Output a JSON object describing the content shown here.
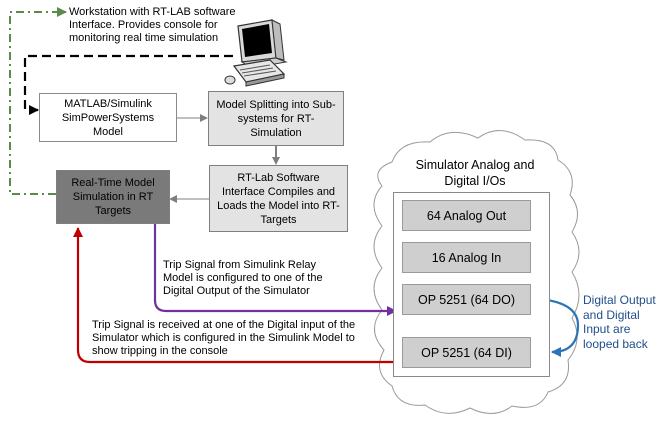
{
  "workstation_note": "Workstation with RT-LAB software Interface. Provides console for monitoring real time simulation",
  "boxes": {
    "matlab": "MATLAB/Simulink SimPowerSystems Model",
    "splitting": "Model Splitting into Sub-systems for RT-Simulation",
    "compile": "RT-Lab Software Interface Compiles and Loads the Model into RT-Targets",
    "realtime": "Real-Time Model Simulation in RT Targets"
  },
  "simulator": {
    "title": "Simulator Analog and Digital I/Os",
    "modules": [
      "64 Analog Out",
      "16 Analog In",
      "OP 5251 (64 DO)",
      "OP 5251 (64 DI)"
    ]
  },
  "notes": {
    "trip_out": "Trip Signal from Simulink Relay Model is configured to one of the Digital Output of the Simulator",
    "trip_in": "Trip Signal is received at one of the Digital input of the Simulator which is configured in the Simulink Model to show tripping in the console",
    "loopback": "Digital Output and Digital Input are looped back"
  },
  "colors": {
    "dash_green": "#5a8a4c",
    "purple": "#7030a0",
    "red": "#c00000",
    "blue": "#2e75b6",
    "dark_box": "#7a7a7a",
    "light_box": "#e3e3e3",
    "io_box": "#cfcfcf"
  },
  "icons": [
    "computer-icon"
  ]
}
